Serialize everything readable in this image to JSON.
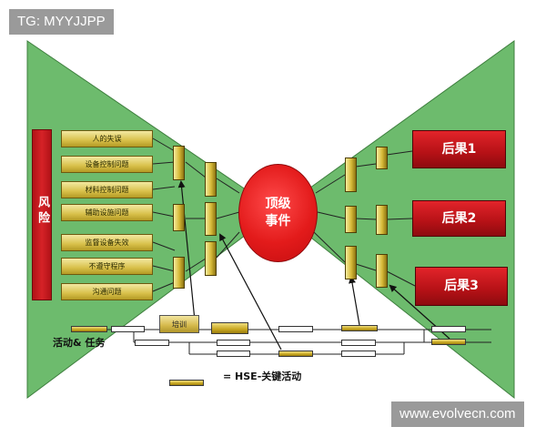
{
  "badges": {
    "top_left": "TG: MYYJJPP",
    "bottom_right": "www.evolvecn.com"
  },
  "risk": {
    "label": "风险"
  },
  "threats": [
    "人的失误",
    "设备控制问题",
    "材料控制问题",
    "辅助设施问题",
    "监督设备失效",
    "不遵守程序",
    "沟通问题"
  ],
  "top_event": {
    "line1": "顶级",
    "line2": "事件"
  },
  "consequences": [
    "后果1",
    "后果2",
    "后果3"
  ],
  "activities": {
    "caption": "活动& 任务",
    "training_label": "培训"
  },
  "legend": {
    "text": "= HSE-关键活动"
  },
  "colors": {
    "green_area": "#6dbb6d",
    "risk_red": "#c8161b",
    "barrier_gold": "#d6b937",
    "consequence_red": "#b51116",
    "top_event_red": "#e31b1b",
    "badge_gray": "#9a9a9a"
  }
}
